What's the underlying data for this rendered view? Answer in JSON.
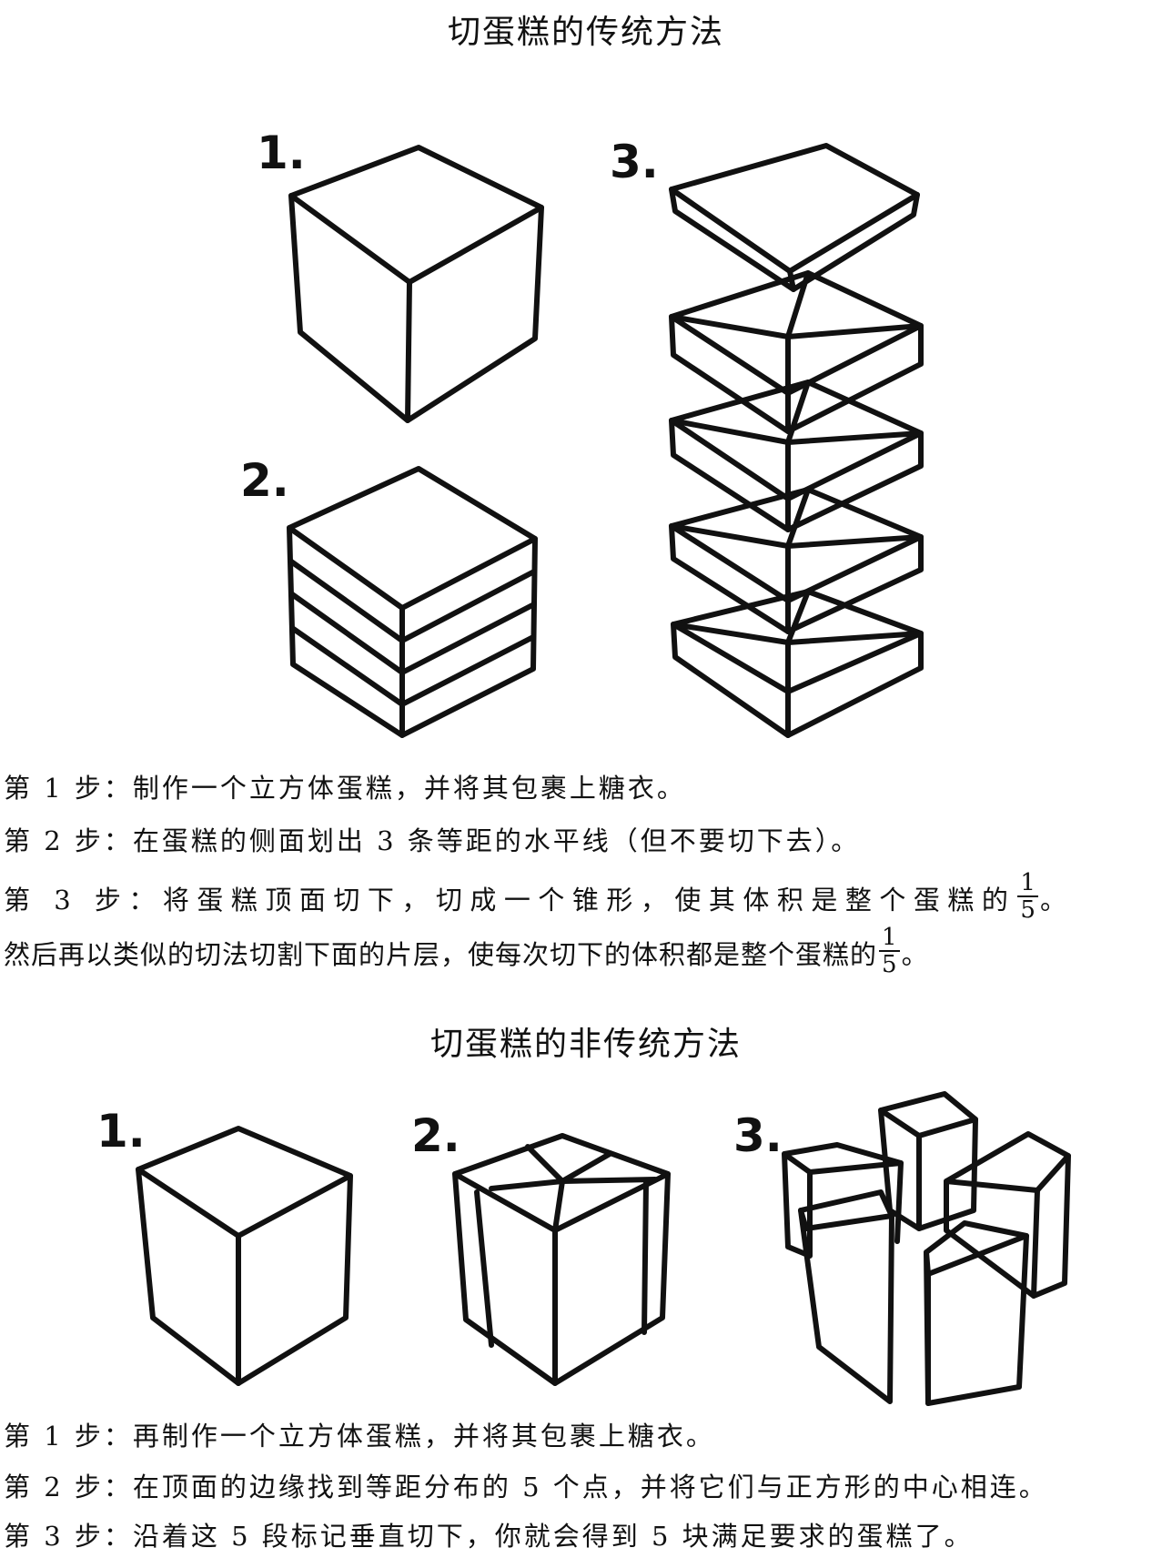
{
  "traditional": {
    "title": "切蛋糕的传统方法",
    "labels": [
      "1.",
      "2.",
      "3."
    ],
    "steps": [
      {
        "text": "第 1 步：制作一个立方体蛋糕，并将其包裹上糖衣。"
      },
      {
        "text": "第 2 步：在蛋糕的侧面划出 3 条等距的水平线（但不要切下去）。"
      },
      {
        "text": "第 3 步：将蛋糕顶面切下，切成一个锥形，使其体积是整个蛋糕的",
        "frac_num": "1",
        "frac_den": "5",
        "end": "。"
      },
      {
        "text": "然后再以类似的切法切割下面的片层，使每次切下的体积都是整个蛋糕的",
        "frac_num": "1",
        "frac_den": "5",
        "end": "。"
      }
    ]
  },
  "unconventional": {
    "title": "切蛋糕的非传统方法",
    "labels": [
      "1.",
      "2.",
      "3."
    ],
    "steps": [
      {
        "text": "第 1 步：再制作一个立方体蛋糕，并将其包裹上糖衣。"
      },
      {
        "text": "第 2 步：在顶面的边缘找到等距分布的 5 个点，并将它们与正方形的中心相连。"
      },
      {
        "text": "第 3 步：沿着这 5 段标记垂直切下，你就会得到 5 块满足要求的蛋糕了。"
      }
    ]
  }
}
